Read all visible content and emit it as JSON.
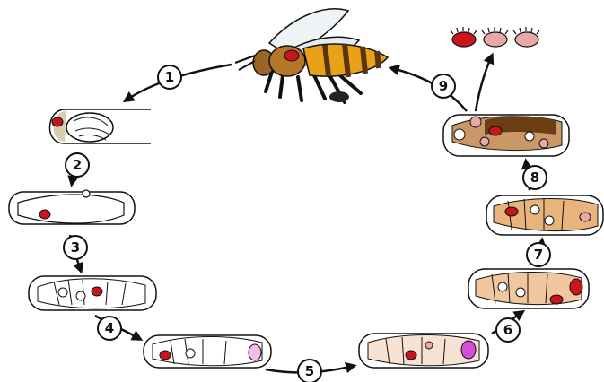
{
  "steps": [
    {
      "label": "1"
    },
    {
      "label": "2"
    },
    {
      "label": "3"
    },
    {
      "label": "4"
    },
    {
      "label": "5"
    },
    {
      "label": "6"
    },
    {
      "label": "7"
    },
    {
      "label": "8"
    },
    {
      "label": "9"
    }
  ],
  "colors": {
    "mite_red": "#c8161b",
    "mite_pink": "#e8a8a8",
    "outline": "#111111",
    "bee_gold": "#e8a21a",
    "bee_brown": "#7a4a17",
    "pupa_tan": "#f0c79e",
    "eye_magenta": "#d44fd6"
  }
}
